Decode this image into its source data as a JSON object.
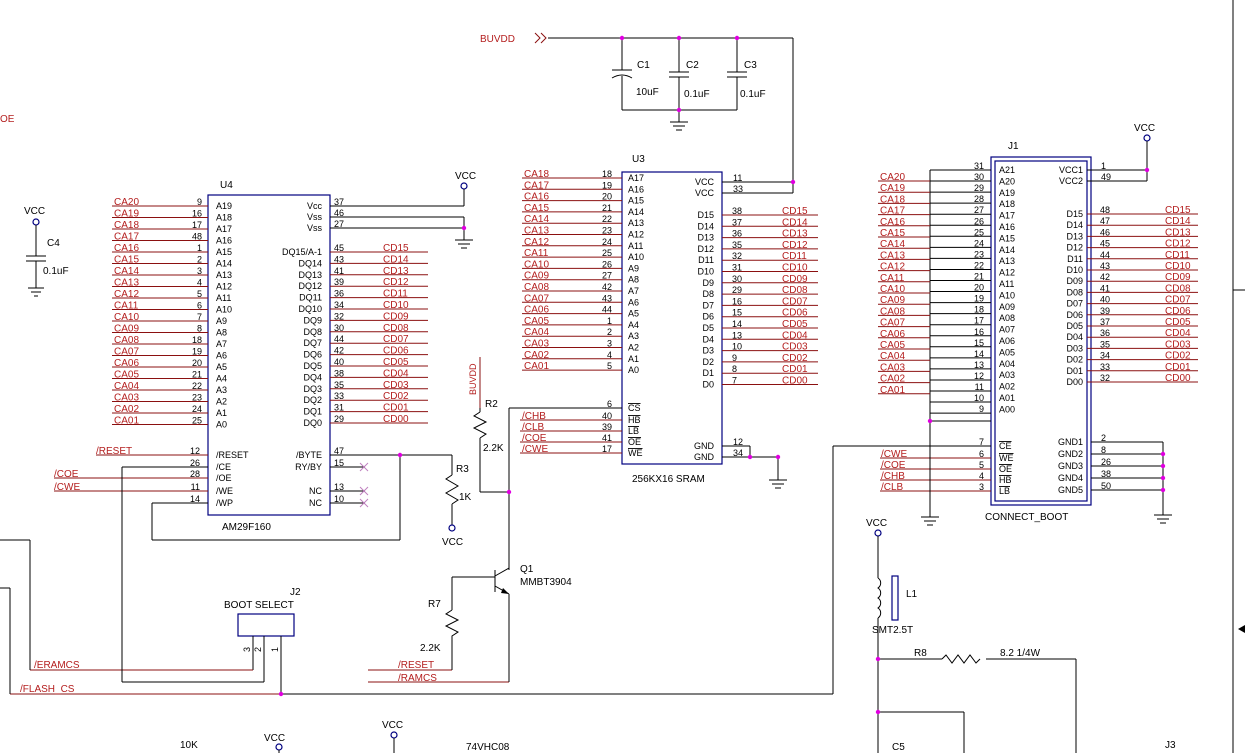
{
  "title_fragment": "OE",
  "power": {
    "buvdd": "BUVDD",
    "vcc": "VCC",
    "buvdd_vertical": "BUVDD"
  },
  "caps": [
    {
      "ref": "C1",
      "value": "10uF"
    },
    {
      "ref": "C2",
      "value": "0.1uF"
    },
    {
      "ref": "C3",
      "value": "0.1uF"
    },
    {
      "ref": "C4",
      "value": "0.1uF"
    },
    {
      "ref": "C5",
      "value": ""
    }
  ],
  "u4": {
    "ref": "U4",
    "part": "AM29F160",
    "left_nets": [
      "CA20",
      "CA19",
      "CA18",
      "CA17",
      "CA16",
      "CA15",
      "CA14",
      "CA13",
      "CA12",
      "CA11",
      "CA10",
      "CA09",
      "CA08",
      "CA07",
      "CA06",
      "CA05",
      "CA04",
      "CA03",
      "CA02",
      "CA01"
    ],
    "left_pins": [
      "9",
      "16",
      "17",
      "48",
      "1",
      "2",
      "3",
      "4",
      "5",
      "6",
      "7",
      "8",
      "18",
      "19",
      "20",
      "21",
      "22",
      "23",
      "24",
      "25"
    ],
    "left_names": [
      "A19",
      "A18",
      "A17",
      "A16",
      "A15",
      "A14",
      "A13",
      "A12",
      "A11",
      "A10",
      "A9",
      "A8",
      "A7",
      "A6",
      "A5",
      "A4",
      "A3",
      "A2",
      "A1",
      "A0"
    ],
    "right_power_names": [
      "Vcc",
      "Vss",
      "Vss"
    ],
    "right_power_pins": [
      "37",
      "46",
      "27"
    ],
    "right_names": [
      "DQ15/A-1",
      "DQ14",
      "DQ13",
      "DQ12",
      "DQ11",
      "DQ10",
      "DQ9",
      "DQ8",
      "DQ7",
      "DQ6",
      "DQ5",
      "DQ4",
      "DQ3",
      "DQ2",
      "DQ1",
      "DQ0"
    ],
    "right_pins": [
      "45",
      "43",
      "41",
      "39",
      "36",
      "34",
      "32",
      "30",
      "44",
      "42",
      "40",
      "38",
      "35",
      "33",
      "31",
      "29"
    ],
    "right_nets": [
      "CD15",
      "CD14",
      "CD13",
      "CD12",
      "CD11",
      "CD10",
      "CD09",
      "CD08",
      "CD07",
      "CD06",
      "CD05",
      "CD04",
      "CD03",
      "CD02",
      "CD01",
      "CD00"
    ],
    "ctrl_left_nets": [
      "/RESET",
      "/COE",
      "/CWE"
    ],
    "ctrl_left_pins": [
      "12",
      "26",
      "28",
      "11",
      "14"
    ],
    "ctrl_left_names": [
      "/RESET",
      "/CE",
      "/OE",
      "/WE",
      "/WP"
    ],
    "ctrl_right_names": [
      "/BYTE",
      "RY/BY",
      "NC",
      "NC"
    ],
    "ctrl_right_pins": [
      "47",
      "15",
      "13",
      "10"
    ]
  },
  "u3": {
    "ref": "U3",
    "part": "256KX16 SRAM",
    "left_nets": [
      "CA18",
      "CA17",
      "CA16",
      "CA15",
      "CA14",
      "CA13",
      "CA12",
      "CA11",
      "CA10",
      "CA09",
      "CA08",
      "CA07",
      "CA06",
      "CA05",
      "CA04",
      "CA03",
      "CA02",
      "CA01"
    ],
    "left_pins": [
      "18",
      "19",
      "20",
      "21",
      "22",
      "23",
      "24",
      "25",
      "26",
      "27",
      "42",
      "43",
      "44",
      "1",
      "2",
      "3",
      "4",
      "5"
    ],
    "left_names": [
      "A17",
      "A16",
      "A15",
      "A14",
      "A13",
      "A12",
      "A11",
      "A10",
      "A9",
      "A8",
      "A7",
      "A6",
      "A5",
      "A4",
      "A3",
      "A2",
      "A1",
      "A0"
    ],
    "vcc_names": [
      "VCC",
      "VCC"
    ],
    "vcc_pins": [
      "11",
      "33"
    ],
    "right_names": [
      "D15",
      "D14",
      "D13",
      "D12",
      "D11",
      "D10",
      "D9",
      "D8",
      "D7",
      "D6",
      "D5",
      "D4",
      "D3",
      "D2",
      "D1",
      "D0"
    ],
    "right_pins": [
      "38",
      "37",
      "36",
      "35",
      "32",
      "31",
      "30",
      "29",
      "16",
      "15",
      "14",
      "13",
      "10",
      "9",
      "8",
      "7"
    ],
    "right_nets": [
      "CD15",
      "CD14",
      "CD13",
      "CD12",
      "CD11",
      "CD10",
      "CD09",
      "CD08",
      "CD07",
      "CD06",
      "CD05",
      "CD04",
      "CD03",
      "CD02",
      "CD01",
      "CD00"
    ],
    "ctrl_nets": [
      "/CHB",
      "/CLB",
      "/COE",
      "/CWE"
    ],
    "ctrl_pins": [
      "6",
      "40",
      "39",
      "41",
      "17"
    ],
    "ctrl_names": [
      "CS",
      "HB",
      "LB",
      "OE",
      "WE"
    ],
    "gnd_names": [
      "GND",
      "GND"
    ],
    "gnd_pins": [
      "12",
      "34"
    ]
  },
  "j1": {
    "ref": "J1",
    "part": "CONNECT_BOOT",
    "left_nets": [
      "CA20",
      "CA19",
      "CA18",
      "CA17",
      "CA16",
      "CA15",
      "CA14",
      "CA13",
      "CA12",
      "CA11",
      "CA10",
      "CA09",
      "CA08",
      "CA07",
      "CA06",
      "CA05",
      "CA04",
      "CA03",
      "CA02",
      "CA01"
    ],
    "left_pins": [
      "31",
      "30",
      "29",
      "28",
      "27",
      "26",
      "25",
      "24",
      "23",
      "22",
      "21",
      "20",
      "19",
      "18",
      "17",
      "16",
      "15",
      "14",
      "13",
      "12",
      "11",
      "10",
      "9"
    ],
    "left_names": [
      "A21",
      "A20",
      "A19",
      "A18",
      "A17",
      "A16",
      "A15",
      "A14",
      "A13",
      "A12",
      "A11",
      "A10",
      "A09",
      "A08",
      "A07",
      "A06",
      "A05",
      "A04",
      "A03",
      "A02",
      "A01",
      "A00"
    ],
    "vcc_names": [
      "VCC1",
      "VCC2"
    ],
    "vcc_pins": [
      "1",
      "49"
    ],
    "right_names": [
      "D15",
      "D14",
      "D13",
      "D12",
      "D11",
      "D10",
      "D09",
      "D08",
      "D07",
      "D06",
      "D05",
      "D04",
      "D03",
      "D02",
      "D01",
      "D00"
    ],
    "right_pins": [
      "48",
      "47",
      "46",
      "45",
      "44",
      "43",
      "42",
      "41",
      "40",
      "39",
      "37",
      "36",
      "35",
      "34",
      "33",
      "32"
    ],
    "right_nets": [
      "CD15",
      "CD14",
      "CD13",
      "CD12",
      "CD11",
      "CD10",
      "CD09",
      "CD08",
      "CD07",
      "CD06",
      "CD05",
      "CD04",
      "CD03",
      "CD02",
      "CD01",
      "CD00"
    ],
    "ctrl_nets": [
      "/CWE",
      "/COE",
      "/CHB",
      "/CLB"
    ],
    "ctrl_pins": [
      "7",
      "6",
      "5",
      "4",
      "3"
    ],
    "ctrl_names": [
      "CE",
      "WE",
      "OE",
      "HB",
      "LB"
    ],
    "gnd_names": [
      "GND1",
      "GND2",
      "GND3",
      "GND4",
      "GND5"
    ],
    "gnd_pins": [
      "2",
      "8",
      "26",
      "38",
      "50"
    ]
  },
  "resistors": [
    {
      "ref": "R2",
      "value": "2.2K"
    },
    {
      "ref": "R3",
      "value": "1K"
    },
    {
      "ref": "R7",
      "value": "2.2K"
    },
    {
      "ref": "R8",
      "value": "8.2 1/4W"
    }
  ],
  "q1": {
    "ref": "Q1",
    "part": "MMBT3904"
  },
  "j2": {
    "ref": "J2",
    "part": "BOOT SELECT",
    "pins": [
      "3",
      "2",
      "1"
    ]
  },
  "l1": {
    "ref": "L1",
    "part": "SMT2.5T"
  },
  "j3": {
    "ref": "J3"
  },
  "nets_bottom": [
    "/ERAMCS",
    "/FLASH_CS",
    "/RESET",
    "/RAMCS"
  ],
  "bottom_labels": {
    "r10k": "10K",
    "ic": "74VHC08"
  }
}
